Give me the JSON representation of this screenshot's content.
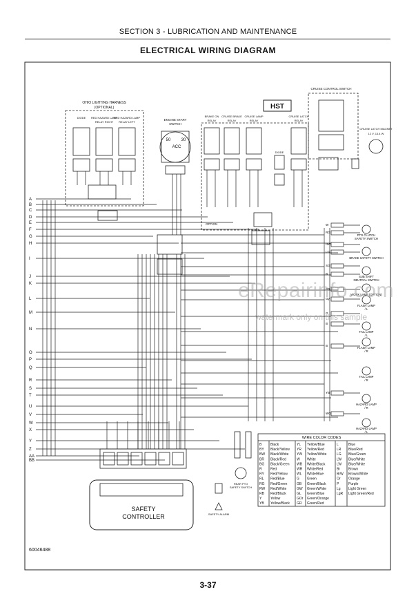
{
  "header": {
    "section": "SECTION 3 - LUBRICATION AND MAINTENANCE",
    "title": "ELECTRICAL WIRING DIAGRAM"
  },
  "diagram": {
    "ohio_harness": {
      "title": "OHIO LIGHTING HARNESS",
      "subtitle": "(OPTIONAL)",
      "components": [
        "DIODE",
        "RED HAZARD LAMP RELAY RIGHT",
        "RED HAZARD LAMP RELAY LEFT"
      ]
    },
    "hst_label": "HST",
    "relays": [
      "BRAKE ON RELAY",
      "CRUISE BRAKE RELAY",
      "CRUISE LAMP RELAY",
      "CRUISE LATCH RELAY"
    ],
    "diode_label": "DIODE",
    "option_label": "OPTION",
    "cruise_control_switch": "CRUISE CONTROL SWITCH",
    "cruise_latch_magnet": {
      "label": "CRUISE LATCH MAGNET",
      "spec": "12 V, 13.4 W"
    },
    "engine_start_switch": "ENGINE START SWITCH",
    "key_positions": [
      "50",
      "30",
      "ACC"
    ],
    "left_letters": [
      "A",
      "B",
      "C",
      "D",
      "E",
      "F",
      "G",
      "H",
      "I",
      "J",
      "K",
      "L",
      "M",
      "N",
      "O",
      "P",
      "Q",
      "R",
      "S",
      "T",
      "U",
      "V",
      "W",
      "X",
      "Y",
      "Z",
      "AA",
      "BB"
    ],
    "right_components": [
      "PTO CLUTCH SAFETY SWITCH",
      "BRAKE SAFETY SWITCH",
      "SUB SHIFT NEUTRAL SWITCH",
      "WORK LAMP (OPTION)",
      "FLASH LAMP / L",
      "TAIL LAMP / L",
      "FLASH LAMP / R",
      "TAIL LAMP / R",
      "HAZARD LAMP / R",
      "HAZARD LAMP / L"
    ],
    "right_wire_tags": [
      "W",
      "RG",
      "RW",
      "LG",
      "SG",
      "B",
      "BR",
      "Gy",
      "G",
      "B",
      "B",
      "YB",
      "WG"
    ],
    "safety_controller": "SAFETY CONTROLLER",
    "rear_pto_switch": "REAR PTO SAFETY SWITCH",
    "safety_alarm": "SAFETY ALARM",
    "drawing_number": "60046488"
  },
  "wire_color_codes": {
    "title": "WIRE COLOR CODES",
    "rows": [
      [
        "B",
        "Black",
        "YL",
        "Yellow/Blue",
        "L",
        "Blue"
      ],
      [
        "BY",
        "Black/Yellow",
        "YR",
        "Yellow/Red",
        "LR",
        "Blue/Red"
      ],
      [
        "BW",
        "Black/White",
        "YW",
        "Yellow/White",
        "LG",
        "Blue/Green"
      ],
      [
        "BR",
        "Black/Red",
        "W",
        "White",
        "LW",
        "Blue/White"
      ],
      [
        "BG",
        "Black/Green",
        "WB",
        "White/Black",
        "LW",
        "Blue/White"
      ],
      [
        "R",
        "Red",
        "WR",
        "White/Red",
        "Br",
        "Brown"
      ],
      [
        "RY",
        "Red/Yellow",
        "WL",
        "White/Blue",
        "BrW",
        "Brown/White"
      ],
      [
        "RL",
        "Red/Blue",
        "G",
        "Green",
        "Or",
        "Orange"
      ],
      [
        "RG",
        "Red/Green",
        "GB",
        "Green/Black",
        "P",
        "Purple"
      ],
      [
        "RW",
        "Red/White",
        "GW",
        "Green/White",
        "Lg",
        "Light Green"
      ],
      [
        "RB",
        "Red/Black",
        "GL",
        "Green/Blue",
        "LgR",
        "Light Green/Red"
      ],
      [
        "Y",
        "Yellow",
        "GOr",
        "Green/Orange",
        "",
        ""
      ],
      [
        "YB",
        "Yellow/Black",
        "GR",
        "Green/Red",
        "",
        ""
      ]
    ]
  },
  "watermark": {
    "main": "eRepairinfo.com",
    "sub": "watermark only on this sample"
  },
  "footer": {
    "page": "3-37"
  }
}
